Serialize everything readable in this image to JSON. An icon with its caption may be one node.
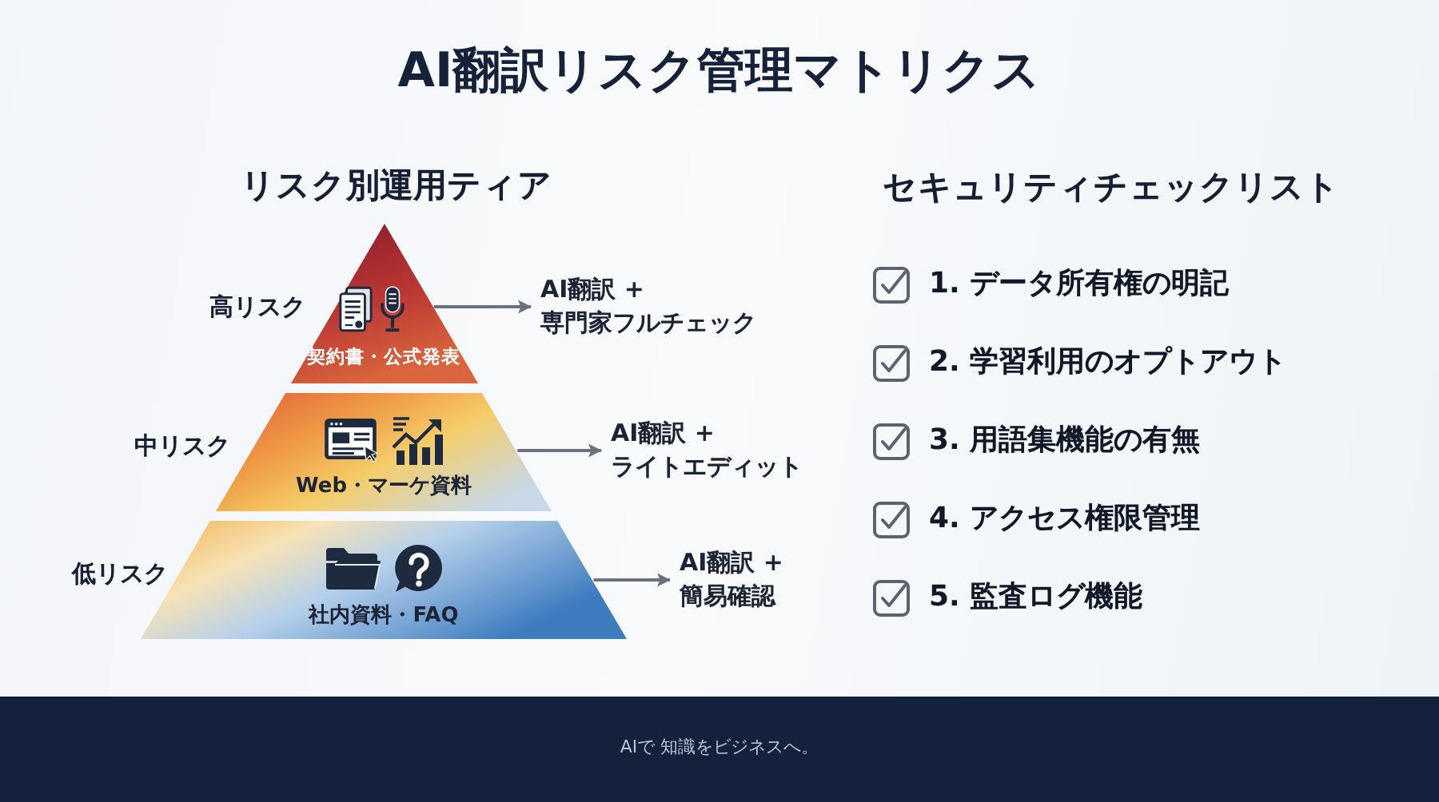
{
  "diagram": {
    "title": "AI翻訳リスク管理マトリクス",
    "nodes": [
      {
        "text": [
          "契約書・公式発表"
        ],
        "beside": [
          "高リスク"
        ]
      },
      {
        "text": [
          "AI翻訳 + 専門家フルチェック"
        ]
      },
      {
        "text": [
          "Web・マーケ資料"
        ],
        "beside": [
          "中リスク"
        ]
      },
      {
        "text": [
          "AI翻訳 + ライトエディット"
        ]
      },
      {
        "text": [
          "社内資料・FAQ"
        ],
        "beside": [
          "低リスク"
        ]
      },
      {
        "text": [
          "AI翻訳 + 簡易確認"
        ]
      }
    ],
    "edges": [
      {
        "from": 0,
        "to": 1,
        "arrow": "to"
      },
      {
        "from": 2,
        "to": 3,
        "arrow": "to"
      },
      {
        "from": 4,
        "to": 5,
        "arrow": "to"
      }
    ],
    "labels": [
      "リスク別運用ティア",
      "セキュリティチェックリスト",
      "1. データ所有権の明記",
      "2. 学習利用のオプトアウト",
      "3. 用語集機能の有無",
      "4. アクセス権限管理",
      "5. 監査ログ機能",
      "AIで 知識をビジネスへ。"
    ]
  }
}
